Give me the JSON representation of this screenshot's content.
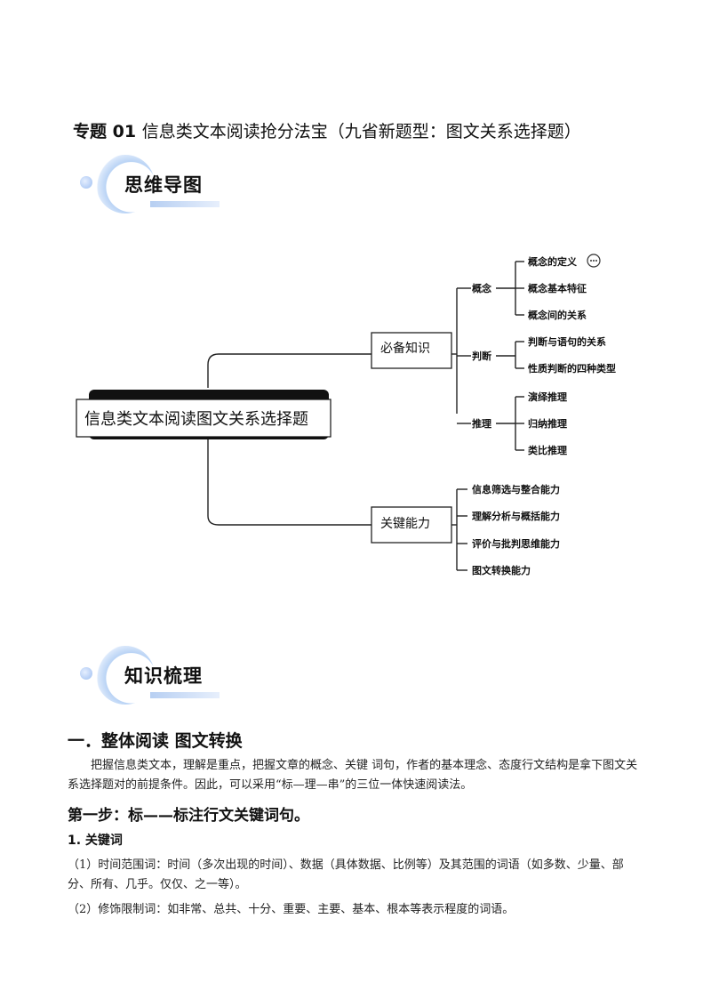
{
  "title": {
    "prefix": "专题 01",
    "text": "信息类文本阅读抢分法宝（九省新题型：图文关系选择题）"
  },
  "banners": {
    "mindmap": "思维导图",
    "knowledge": "知识梳理"
  },
  "mindmap": {
    "root": "信息类文本阅读图文关系选择题",
    "branches": [
      {
        "label": "必备知识",
        "groups": [
          {
            "label": "概念",
            "leaves": [
              "概念的定义",
              "概念基本特征",
              "概念间的关系"
            ]
          },
          {
            "label": "判断",
            "leaves": [
              "判断与语句的关系",
              "性质判断的四种类型"
            ]
          },
          {
            "label": "推理",
            "leaves": [
              "演绎推理",
              "归纳推理",
              "类比推理"
            ]
          }
        ]
      },
      {
        "label": "关键能力",
        "leaves": [
          "信息筛选与整合能力",
          "理解分析与概括能力",
          "评价与批判思维能力",
          "图文转换能力"
        ]
      }
    ],
    "more_icon": "ellipsis-icon"
  },
  "section1": {
    "heading": "一．整体阅读  图文转换",
    "paragraph": "把握信息类文本，理解是重点，把握文章的概念、关键  词句，作者的基本理念、态度行文结构是拿下图文关系选择题对的前提条件。因此，可以采用“标—理—串”的三位一体快速阅读法。",
    "step1": "第一步：标——标注行文关键词句。",
    "sub1": "1. 关键词",
    "item1": "（1）时间范围词：时间（多次出现的时间）、数据（具体数据、比例等）及其范围的词语（如多数、少量、部分、所有、几乎。仅仅、之一等）。",
    "item2": "（2）修饰限制词：如非常、总共、十分、重要、主要、基本、根本等表示程度的词语。"
  }
}
